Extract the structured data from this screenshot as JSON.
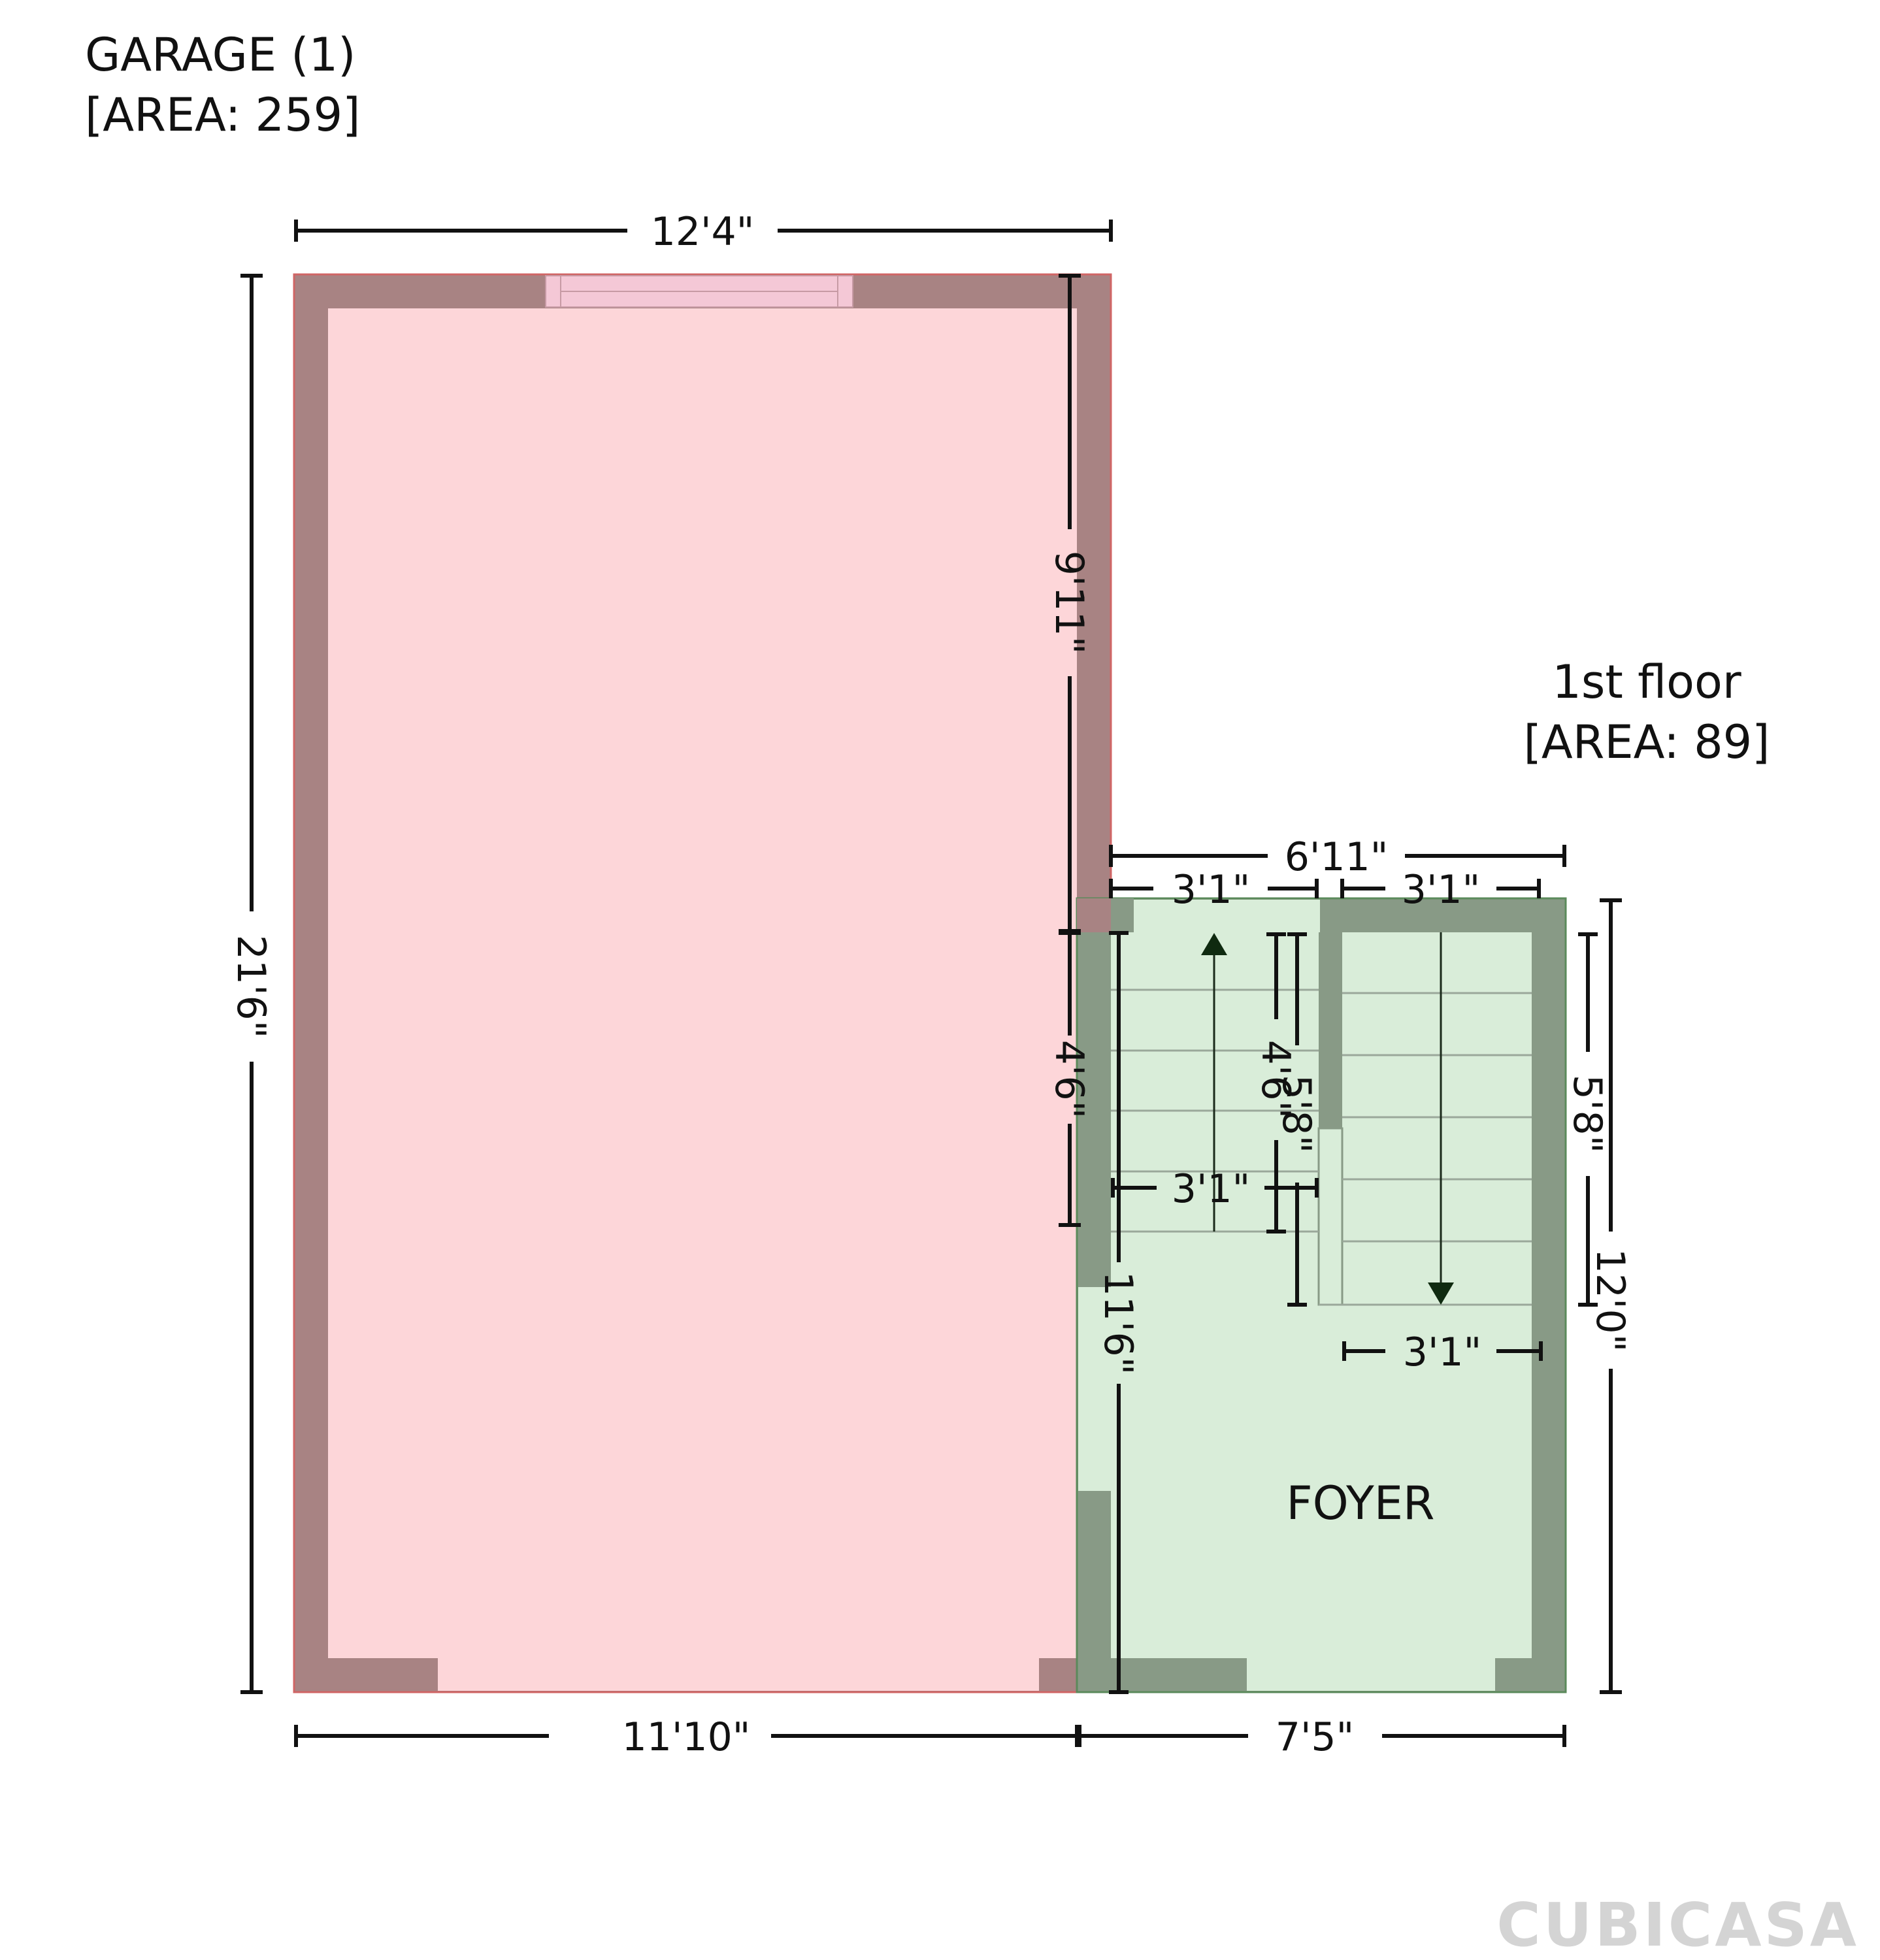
{
  "labels": {
    "garage_name": "GARAGE (1)",
    "garage_area": "[AREA: 259]",
    "floor_name": "1st floor",
    "floor_area": "[AREA: 89]",
    "room_foyer": "FOYER",
    "brand": "CUBICASA"
  },
  "dimensions": {
    "garage_top": "12'4\"",
    "garage_left": "21'6\"",
    "garage_inner_right": "9'11\"",
    "garage_lower_right": "4'6\"",
    "garage_bottom": "11'10\"",
    "foyer_bottom": "7'5\"",
    "foyer_top": "6'11\"",
    "stair_left_top": "3'1\"",
    "stair_right_top": "3'1\"",
    "stair_left_mid": "3'1\"",
    "stair_right_bottom": "3'1\"",
    "stair_left_height": "4'6\"",
    "stair_center_height": "5'8\"",
    "stair_right_height": "5'8\"",
    "foyer_right": "12'0\"",
    "foyer_left": "11'6\""
  },
  "colors": {
    "garage_fill": "#fdd6d9",
    "garage_wall": "#a88383",
    "foyer_fill": "#d9edd9",
    "foyer_wall": "#889a86",
    "window_fill": "#f4c8d6",
    "brand_gray": "#d4d4d4"
  }
}
